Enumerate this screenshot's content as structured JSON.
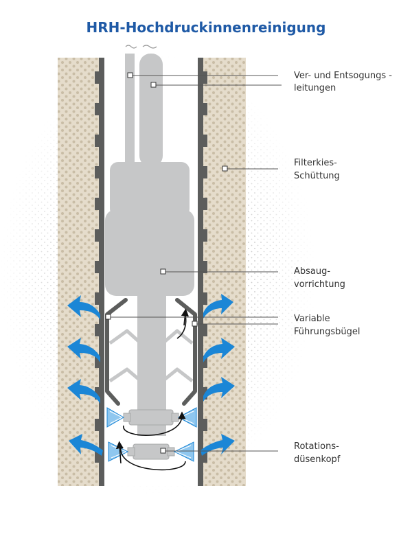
{
  "title": "HRH-Hochdruckinnenreinigung",
  "labels": {
    "lines_1": "Ver- und Entsogungs  -",
    "lines_2": "leitungen",
    "gravel_1": "Filterkies-",
    "gravel_2": "Schüttung",
    "suction_1": "Absaug-",
    "suction_2": "vorrichtung",
    "guide_1": "Variable",
    "guide_2": "Führungsbügel",
    "nozzle_1": "Rotations-",
    "nozzle_2": "düsenkopf"
  },
  "colors": {
    "title": "#1f5aa6",
    "gravel": "#e5dccb",
    "gravel_dots": "#c9bda6",
    "wall": "#5c5d5c",
    "device": "#c6c7c8",
    "arrow": "#1b86d6",
    "spray": "#8fc7ef"
  }
}
